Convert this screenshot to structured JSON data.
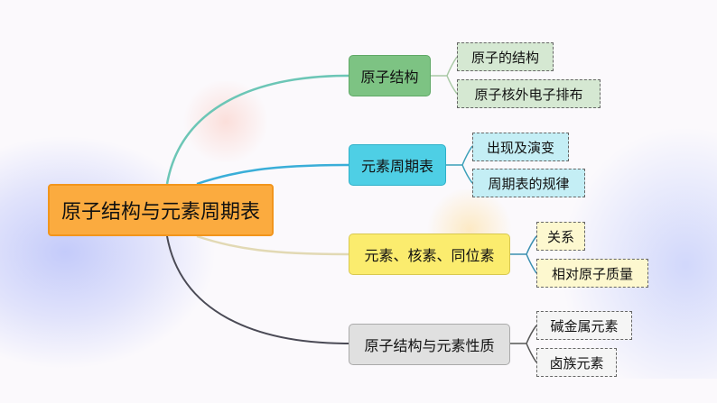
{
  "root": {
    "label": "原子结构与元素周期表",
    "color": "#fbab3f"
  },
  "branches": [
    {
      "label": "原子结构",
      "color": "#7dc383",
      "children": [
        "原子的结构",
        "原子核外电子排布"
      ]
    },
    {
      "label": "元素周期表",
      "color": "#4ecfe5",
      "children": [
        "出现及演变",
        "周期表的规律"
      ]
    },
    {
      "label": "元素、核素、同位素",
      "color": "#fbec6e",
      "children": [
        "关系",
        "相对原子质量"
      ]
    },
    {
      "label": "原子结构与元素性质",
      "color": "#e0e0e0",
      "children": [
        "碱金属元素",
        "卤族元素"
      ]
    }
  ]
}
